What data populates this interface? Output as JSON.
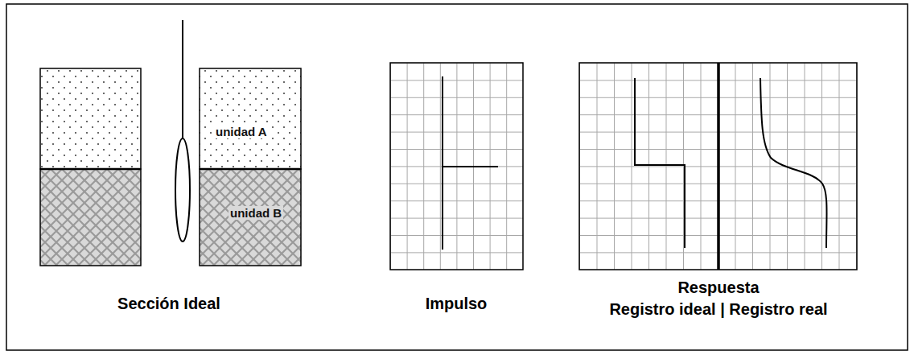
{
  "diagram": {
    "nodes": [
      {
        "text": [
          "unidad A"
        ]
      },
      {
        "text": [
          "unidad B"
        ]
      }
    ],
    "labels": [
      "Sección Ideal",
      "Impulso",
      "Respuesta",
      "Registro ideal | Registro real"
    ]
  }
}
